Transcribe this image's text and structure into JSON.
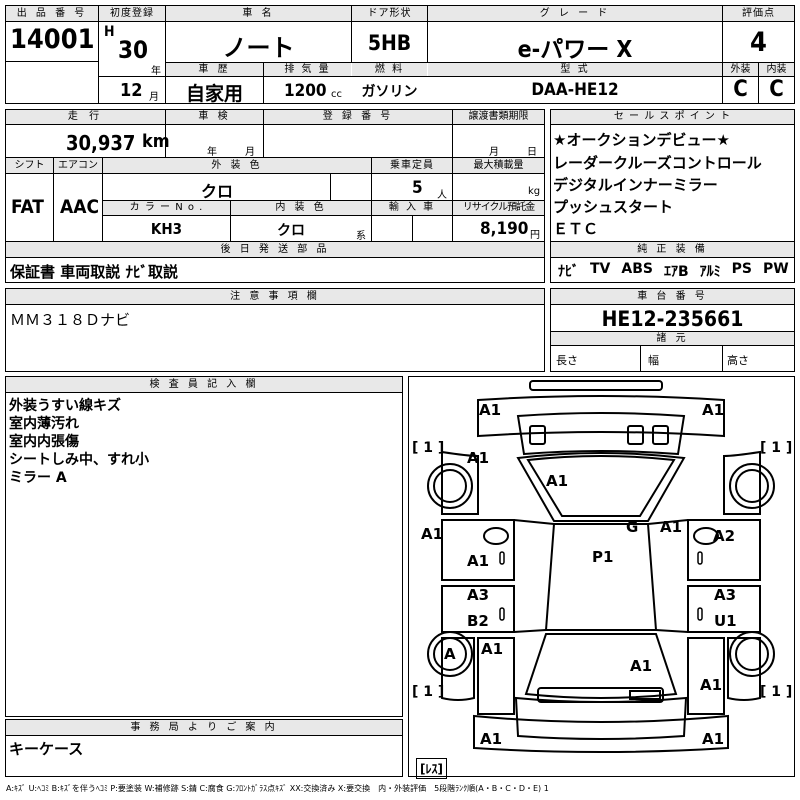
{
  "header": {
    "lot_label": "出 品 番 号",
    "lot_number": "14001",
    "first_reg_label": "初度登録",
    "era": "H",
    "year": "30",
    "year_unit": "年",
    "month": "12",
    "month_unit": "月",
    "car_name_label": "車 名",
    "car_name": "ノート",
    "door_label": "ドア形状",
    "door": "5HB",
    "grade_label": "グ レ ー ド",
    "grade": "e-パワー X",
    "score_label": "評価点",
    "score": "4",
    "history_label": "車 歴",
    "history": "自家用",
    "displacement_label": "排 気 量",
    "displacement": "1200",
    "displacement_unit": "cc",
    "fuel_label": "燃 料",
    "fuel": "ガソリン",
    "model_label": "型 式",
    "model": "DAA-HE12",
    "exterior_label": "外装",
    "exterior": "C",
    "interior_label": "内装",
    "interior": "C"
  },
  "mid": {
    "mileage_label": "走 行",
    "mileage": "30,937",
    "mileage_unit": "km",
    "inspection_label": "車 検",
    "insp_year": "年",
    "insp_month": "月",
    "regno_label": "登 録 番 号",
    "transfer_label": "譲渡書類期限",
    "transfer_month": "月",
    "transfer_day": "日",
    "shift_label": "シフト",
    "shift": "FAT",
    "ac_label": "エアコン",
    "ac": "AAC",
    "color_label": "外 装 色",
    "color": "クロ",
    "capacity_label": "乗車定員",
    "capacity": "5",
    "capacity_unit": "人",
    "load_label": "最大積載量",
    "load_unit": "kg",
    "colorno_label": "カ ラ ー N o .",
    "colorno": "KH3",
    "int_color_label": "内 装 色",
    "int_color": "クロ",
    "int_color_unit": "系",
    "import_label": "輸 入 車",
    "recycle_label": "リサイクル預託金",
    "recycle": "8,190",
    "recycle_unit": "円",
    "later_label": "後 日 発 送 部 品",
    "later": "保証書 車両取説 ﾅﾋﾞ取説"
  },
  "sales": {
    "label": "セ ー ル ス ポ イ ン ト",
    "points": [
      "★オークションデビュー★",
      "レーダークルーズコントロール",
      "デジタルインナーミラー",
      "プッシュスタート",
      "ＥＴＣ"
    ],
    "equip_label": "純 正 装 備",
    "equip": [
      "ﾅﾋﾞ",
      "TV",
      "ABS",
      "ｴｱB",
      "ｱﾙﾐ",
      "PS",
      "PW"
    ]
  },
  "notes": {
    "label": "注 意 事 項 欄",
    "text": "ＭＭ３１８Ｄナビ"
  },
  "chassis": {
    "label": "車 台 番 号",
    "number": "HE12-235661",
    "dims_label": "諸 元",
    "length": "長さ",
    "width": "幅",
    "height": "高さ"
  },
  "inspector": {
    "label": "検 査 員 記 入 欄",
    "lines": [
      "外装うすい線キズ",
      "室内薄汚れ",
      "室内内張傷",
      "シートしみ中、すれ小",
      "ミラー A"
    ]
  },
  "office": {
    "label": "事 務 局 よ り ご 案 内",
    "text": "キーケース"
  },
  "diagram": {
    "marks": [
      "A1",
      "A1",
      "A1",
      "A1",
      "A1",
      "G",
      "A1",
      "A2",
      "A1",
      "P1",
      "A3",
      "A3",
      "B2",
      "U1",
      "A",
      "A1",
      "A1",
      "A1",
      "A1",
      "A1"
    ],
    "tire_l": "[ 1 ]",
    "tire_r": "[ 1 ]",
    "tire_rl": "[ 1 ]",
    "tire_rr": "[ 1 ]",
    "spare": "[ﾚｽ]"
  },
  "legend": "A:ｷｽﾞ U:ﾍｺﾐ B:ｷｽﾞを伴うﾍｺﾐ P:要塗装 W:補修跡 S:錆 C:腐食 G:ﾌﾛﾝﾄｶﾞﾗｽ点ｷｽﾞ XX:交換済み X:要交換　内・外装評価　5段階ﾗﾝｸ順(A・B・C・D・E) 1"
}
